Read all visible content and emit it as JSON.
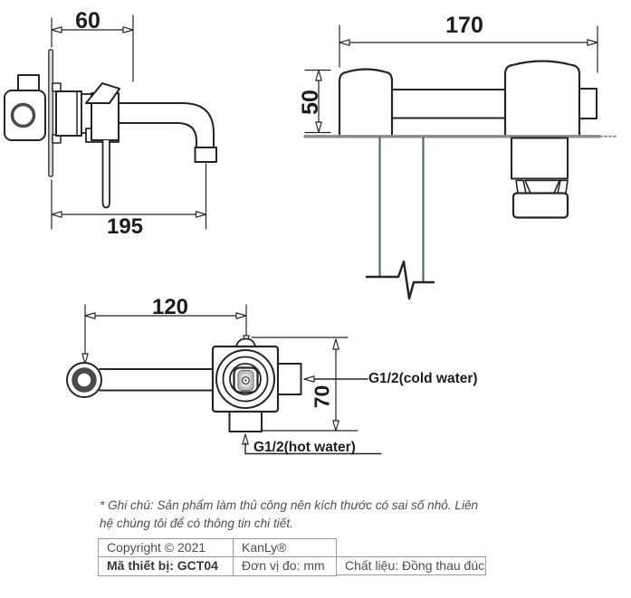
{
  "page": {
    "background": "#ffffff"
  },
  "drawing": {
    "dimensions": {
      "side_view_depth": "60",
      "side_view_spout_reach": "195",
      "front_view_width": "170",
      "front_view_height": "50",
      "plan_view_spout_length": "120",
      "plan_view_port_spacing": "70"
    },
    "port_labels": {
      "cold": "G1/2(cold water)",
      "hot": "G1/2(hot water)"
    },
    "colors": {
      "line": "#252525",
      "wall_plate": "#8a8a85",
      "supply_pipe": "#3f5e62",
      "table_border": "#9b9b9b"
    }
  },
  "note": {
    "line1": "* Ghi chú: Sản phẩm làm thủ công nên kích thước có sai số nhỏ. Liên",
    "line2": "hệ chúng tôi để có thông tin chi tiết."
  },
  "info_table": {
    "rows": [
      {
        "cells": [
          "Copyright © 2021",
          "KanLy®"
        ]
      },
      {
        "cells": [
          "Mã thiết bị: GCT04",
          "Đơn vị đo: mm",
          "Chất liệu: Đồng thau đúc"
        ]
      }
    ]
  }
}
